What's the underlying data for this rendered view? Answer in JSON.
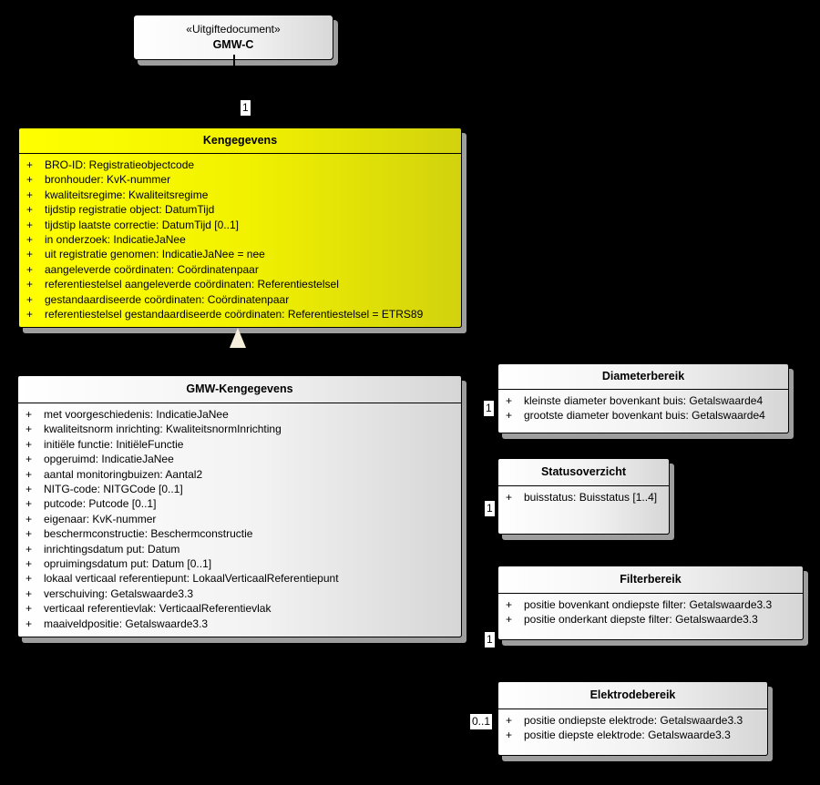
{
  "diagram_type": "uml-class-diagram",
  "colors": {
    "background": "#000000",
    "class_fill_yellow_left": "#ffff00",
    "class_fill_yellow_right": "#d2d20e",
    "class_fill_gray_left": "#ffffff",
    "class_fill_gray_right": "#d6d6d6",
    "border": "#000000",
    "shadow": "#9e9e9e",
    "arrowhead_fill": "#f6eedd"
  },
  "document_box": {
    "stereotype": "«Uitgiftedocument»",
    "name": "GMW-C"
  },
  "classes": {
    "kengegevens": {
      "title": "Kengegevens",
      "attributes": [
        {
          "vis": "+",
          "text": "BRO-ID: Registratieobjectcode"
        },
        {
          "vis": "+",
          "text": "bronhouder: KvK-nummer"
        },
        {
          "vis": "+",
          "text": "kwaliteitsregime: Kwaliteitsregime"
        },
        {
          "vis": "+",
          "text": "tijdstip registratie object: DatumTijd"
        },
        {
          "vis": "+",
          "text": "tijdstip laatste correctie: DatumTijd [0..1]"
        },
        {
          "vis": "+",
          "text": "in onderzoek: IndicatieJaNee"
        },
        {
          "vis": "+",
          "text": "uit registratie genomen: IndicatieJaNee = nee"
        },
        {
          "vis": "+",
          "text": "aangeleverde coördinaten: Coördinatenpaar"
        },
        {
          "vis": "+",
          "text": "referentiestelsel aangeleverde coördinaten: Referentiestelsel"
        },
        {
          "vis": "+",
          "text": "gestandaardiseerde coördinaten: Coördinatenpaar"
        },
        {
          "vis": "+",
          "text": "referentiestelsel gestandaardiseerde coördinaten: Referentiestelsel = ETRS89"
        }
      ]
    },
    "gmw_kengegevens": {
      "title": "GMW-Kengegevens",
      "attributes": [
        {
          "vis": "+",
          "text": "met voorgeschiedenis: IndicatieJaNee"
        },
        {
          "vis": "+",
          "text": "kwaliteitsnorm inrichting: KwaliteitsnormInrichting"
        },
        {
          "vis": "+",
          "text": "initiële functie: InitiëleFunctie"
        },
        {
          "vis": "+",
          "text": "opgeruimd: IndicatieJaNee"
        },
        {
          "vis": "+",
          "text": "aantal monitoringbuizen: Aantal2"
        },
        {
          "vis": "+",
          "text": "NITG-code: NITGCode [0..1]"
        },
        {
          "vis": "+",
          "text": "putcode: Putcode [0..1]"
        },
        {
          "vis": "+",
          "text": "eigenaar: KvK-nummer"
        },
        {
          "vis": "+",
          "text": "beschermconstructie: Beschermconstructie"
        },
        {
          "vis": "+",
          "text": "inrichtingsdatum put: Datum"
        },
        {
          "vis": "+",
          "text": "opruimingsdatum put: Datum [0..1]"
        },
        {
          "vis": "+",
          "text": "lokaal verticaal referentiepunt: LokaalVerticaalReferentiepunt"
        },
        {
          "vis": "+",
          "text": "verschuiving: Getalswaarde3.3"
        },
        {
          "vis": "+",
          "text": "verticaal referentievlak: VerticaalReferentievlak"
        },
        {
          "vis": "+",
          "text": "maaiveldpositie: Getalswaarde3.3"
        }
      ]
    },
    "diameterbereik": {
      "title": "Diameterbereik",
      "attributes": [
        {
          "vis": "+",
          "text": "kleinste diameter bovenkant buis: Getalswaarde4"
        },
        {
          "vis": "+",
          "text": "grootste diameter bovenkant buis: Getalswaarde4"
        }
      ]
    },
    "statusoverzicht": {
      "title": "Statusoverzicht",
      "attributes": [
        {
          "vis": "+",
          "text": "buisstatus: Buisstatus [1..4]"
        }
      ]
    },
    "filterbereik": {
      "title": "Filterbereik",
      "attributes": [
        {
          "vis": "+",
          "text": "positie bovenkant ondiepste filter: Getalswaarde3.3"
        },
        {
          "vis": "+",
          "text": "positie onderkant diepste filter: Getalswaarde3.3"
        }
      ]
    },
    "elektrodebereik": {
      "title": "Elektrodebereik",
      "attributes": [
        {
          "vis": "+",
          "text": "positie ondiepste elektrode: Getalswaarde3.3"
        },
        {
          "vis": "+",
          "text": "positie diepste elektrode: Getalswaarde3.3"
        }
      ]
    }
  },
  "multiplicities": {
    "gmwc_to_kengegevens": "1",
    "diameterbereik": "1",
    "statusoverzicht": "1",
    "filterbereik": "1",
    "elektrodebereik": "0..1"
  }
}
